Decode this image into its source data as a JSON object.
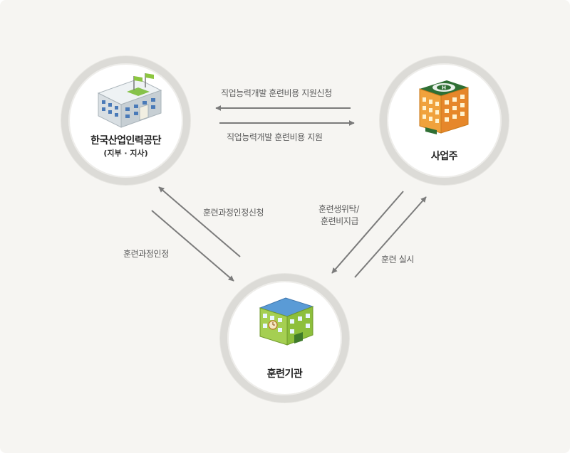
{
  "nodes": {
    "hrd": {
      "label": "한국산업인력공단",
      "sublabel": "(지부 · 지사)"
    },
    "employer": {
      "label": "사업주"
    },
    "training": {
      "label": "훈련기관"
    }
  },
  "edges": {
    "apply_support": "직업능력개발 훈련비용 지원신청",
    "provide_support": "직업능력개발 훈련비용 지원",
    "course_apply": "훈련과정인정신청",
    "course_approve": "훈련과정인정",
    "consign_line1": "훈련생위탁/",
    "consign_line2": "훈련비지급",
    "conduct": "훈련 실시"
  },
  "colors": {
    "arrow": "#7b7b7b",
    "ring": "#dcdbd7",
    "background": "#f6f5f2"
  }
}
